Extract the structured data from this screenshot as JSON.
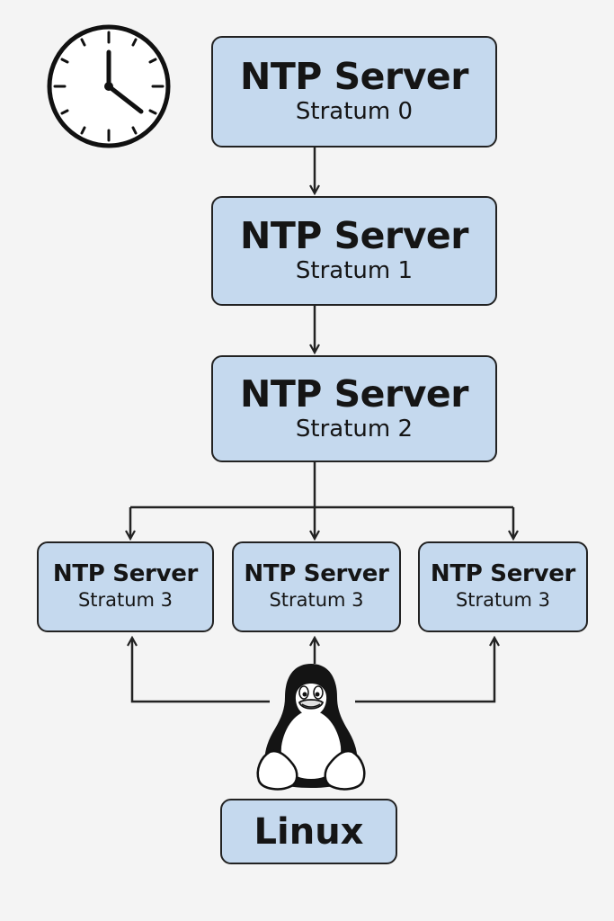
{
  "colors": {
    "box_fill": "#c5d9ee",
    "stroke": "#222222",
    "background": "#f4f4f4"
  },
  "icons": {
    "clock": "clock-icon",
    "tux": "tux-penguin-icon"
  },
  "servers": [
    {
      "title": "NTP Server",
      "stratum": "Stratum 0"
    },
    {
      "title": "NTP Server",
      "stratum": "Stratum 1"
    },
    {
      "title": "NTP Server",
      "stratum": "Stratum 2"
    },
    {
      "title": "NTP Server",
      "stratum": "Stratum 3"
    },
    {
      "title": "NTP Server",
      "stratum": "Stratum 3"
    },
    {
      "title": "NTP Server",
      "stratum": "Stratum 3"
    }
  ],
  "client": {
    "label": "Linux"
  }
}
